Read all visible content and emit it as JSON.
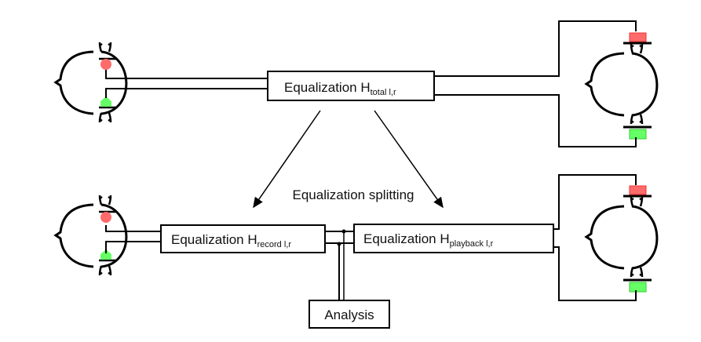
{
  "diagram": {
    "total_box": {
      "main": "Equalization H",
      "sub": "total l,r"
    },
    "record_box": {
      "main": "Equalization H",
      "sub": "record l,r"
    },
    "playback_box": {
      "main": "Equalization H",
      "sub": "playback l,r"
    },
    "analysis_box": {
      "label": "Analysis"
    },
    "splitting_label": "Equalization splitting",
    "colors": {
      "left_mic": "#ff6b6b",
      "right_mic": "#66ff66",
      "line": "#000000"
    }
  }
}
